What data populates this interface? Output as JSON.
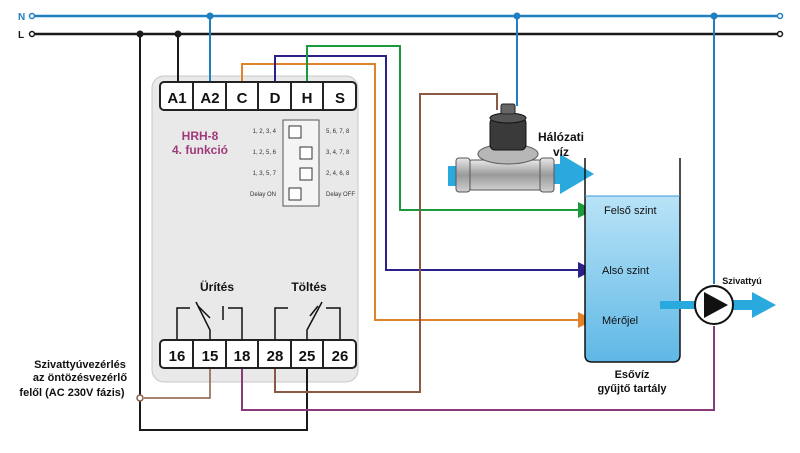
{
  "bus": {
    "n_label": "N",
    "l_label": "L"
  },
  "device": {
    "model": "HRH-8",
    "function": "4. funkció",
    "top_terminals": [
      "A1",
      "A2",
      "C",
      "D",
      "H",
      "S"
    ],
    "bottom_terminals": [
      "16",
      "15",
      "18",
      "28",
      "25",
      "26"
    ],
    "dip_left": [
      "1, 2, 3, 4",
      "1, 2, 5, 6",
      "1, 3, 5, 7",
      "Delay ON"
    ],
    "dip_right": [
      "5, 6, 7, 8",
      "3, 4, 7, 8",
      "2, 4, 6, 8",
      "Delay OFF"
    ],
    "relay_left_label": "Ürítés",
    "relay_right_label": "Töltés"
  },
  "valve": {
    "label_line1": "Hálózati",
    "label_line2": "víz"
  },
  "tank": {
    "upper_level": "Felső szint",
    "lower_level": "Alsó szint",
    "reference": "Mérőjel",
    "caption_line1": "Esővíz",
    "caption_line2": "gyűjtő tartály"
  },
  "pump": {
    "label": "Szivattyú"
  },
  "controller_note": {
    "line1": "Szivattyúvezérlés",
    "line2": "az öntözésvezérlő",
    "line3": "felől (AC 230V fázis)"
  },
  "colors": {
    "neutral": "#1f7fbf",
    "line": "#1a1a1a",
    "green": "#1a9a3a",
    "navy": "#2b1f8a",
    "orange": "#e0832a",
    "brown": "#8a5a44",
    "purple": "#8a3a7a",
    "water": "#82c9ee",
    "arrow": "#2aa9df",
    "title_magenta": "#a03a7a"
  }
}
